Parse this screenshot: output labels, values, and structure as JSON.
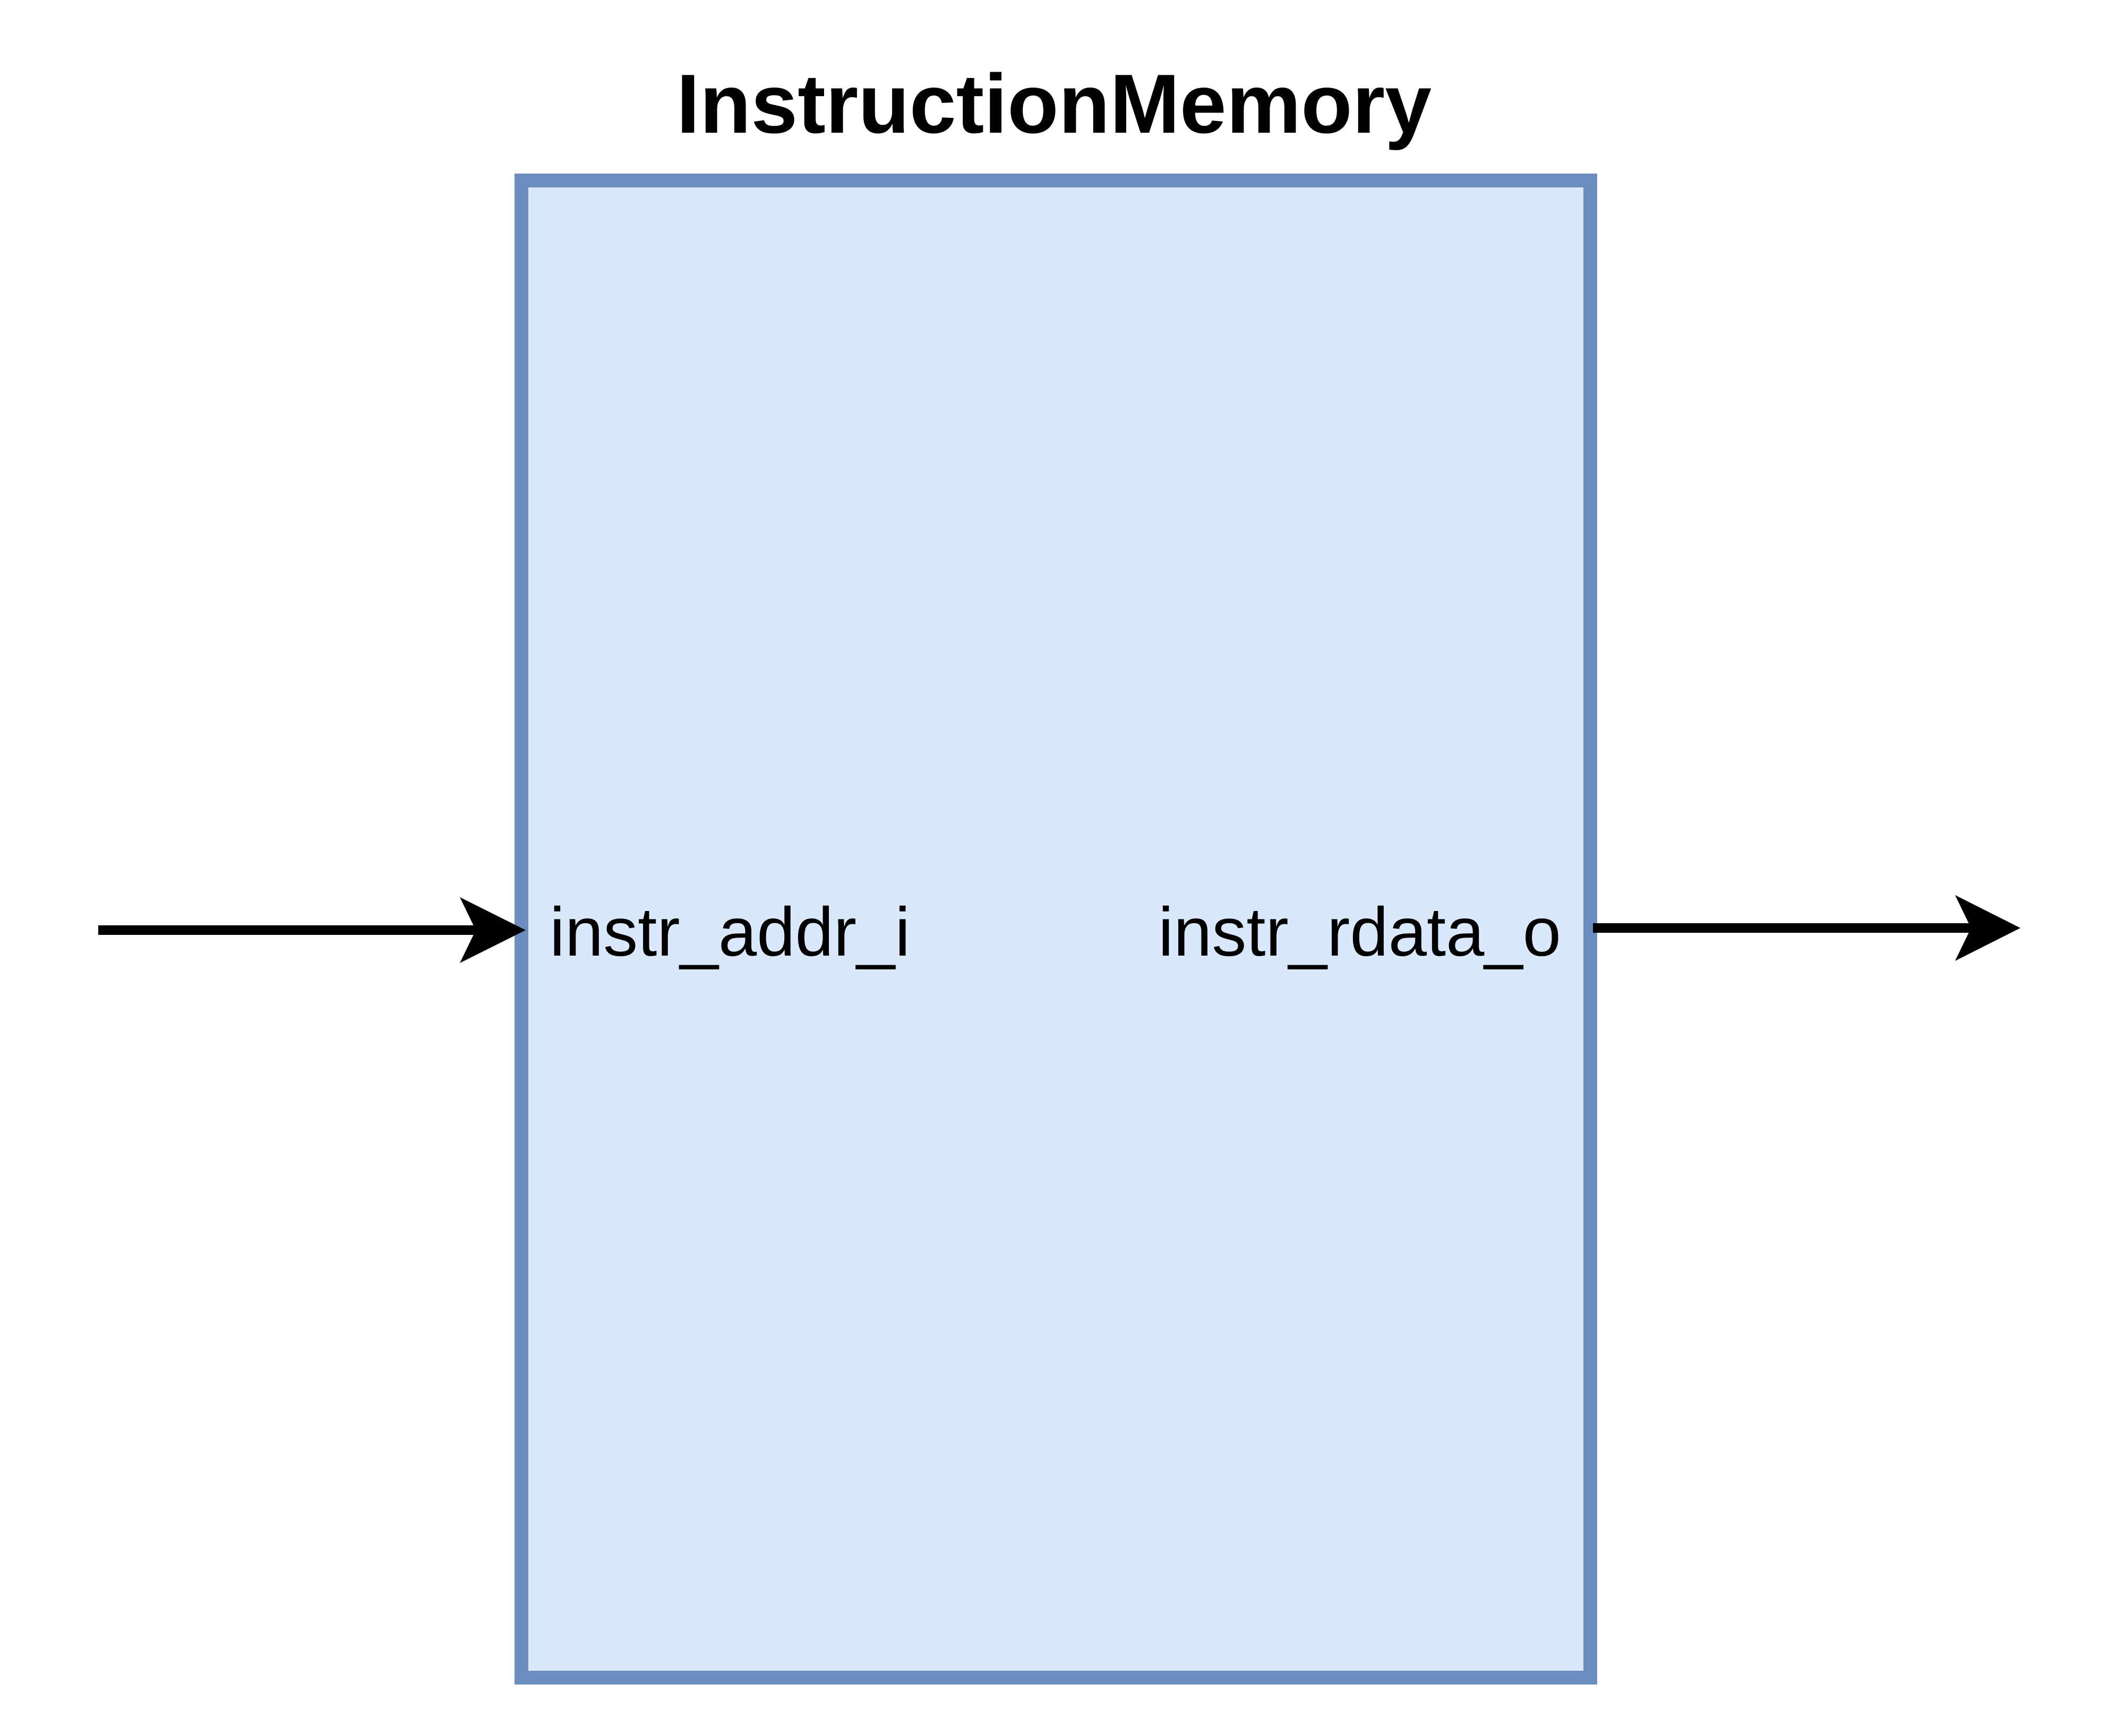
{
  "module": {
    "title": "InstructionMemory",
    "fill_color": "#dae8fc",
    "border_color": "#6c8ebf"
  },
  "ports": {
    "input_label": "instr_addr_i",
    "output_label": "instr_rdata_o"
  },
  "arrows": {
    "color": "#000000"
  }
}
